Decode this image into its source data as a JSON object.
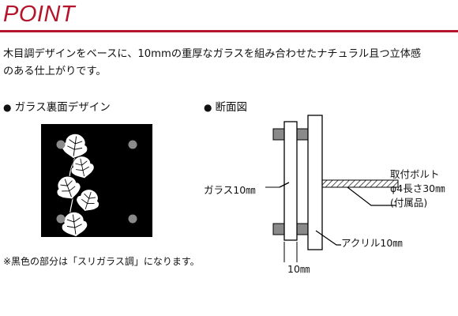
{
  "header": {
    "title": "POINT",
    "accent_color": "#b4152b"
  },
  "description": {
    "line1": "木目調デザインをベースに、10mmの重厚なガラスを組み合わせたナチュラル且つ立体感",
    "line2": "のある仕上がりです。"
  },
  "sections": {
    "glass_back": {
      "bullet": "●",
      "label": "ガラス裏面デザイン"
    },
    "cross_section": {
      "bullet": "●",
      "label": "断面図"
    }
  },
  "note": "※黒色の部分は「スリガラス調」になります。",
  "diagram_labels": {
    "glass": "ガラス10㎜",
    "bolt_line1": "取付ボルト",
    "bolt_line2": "φ4長さ30㎜",
    "bolt_line3": "(付属品)",
    "acrylic": "アクリル10㎜",
    "dimension": "10㎜"
  },
  "icons": {
    "bullet": "filled-circle-icon",
    "leaf": "ivy-leaf-icon",
    "screw": "screw-head-icon"
  }
}
